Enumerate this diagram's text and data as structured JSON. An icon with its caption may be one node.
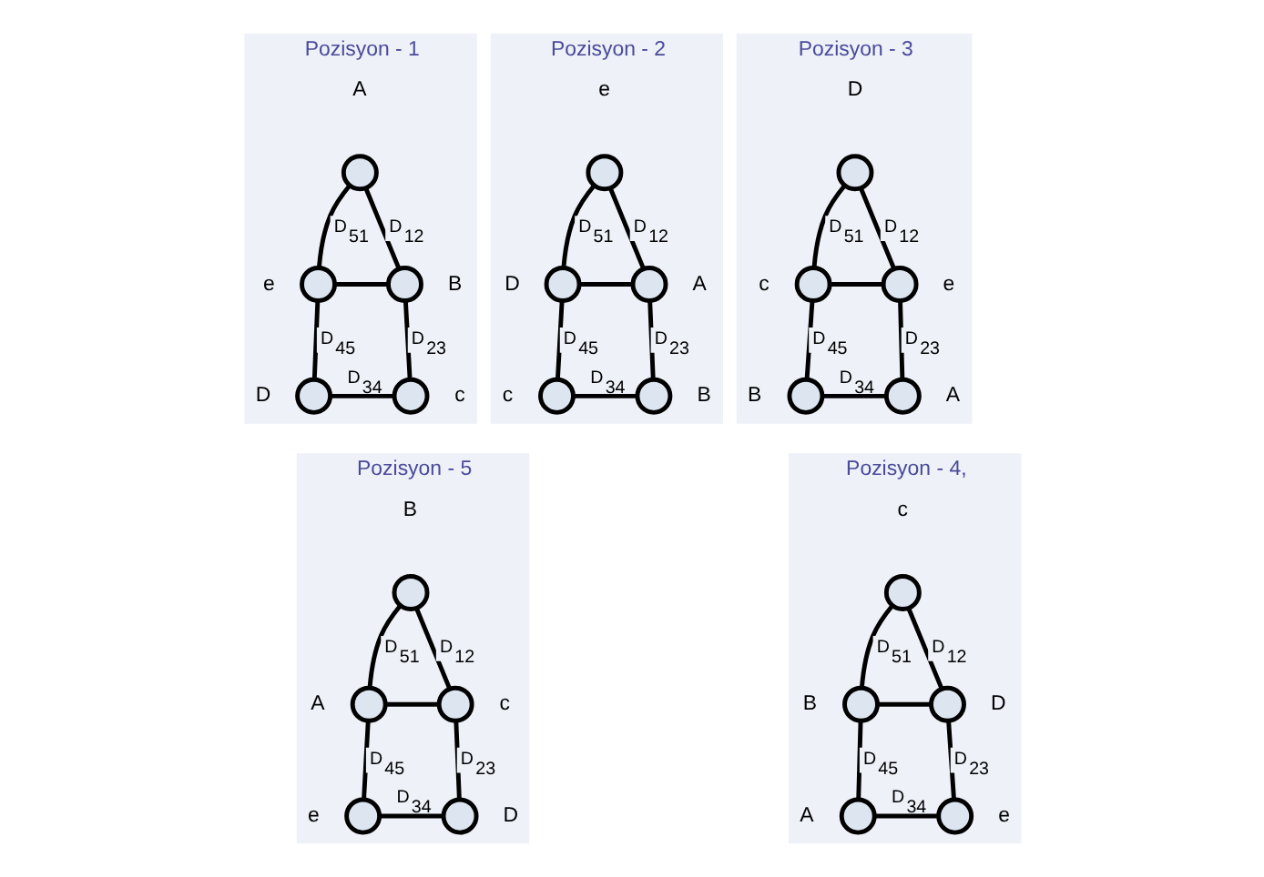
{
  "diagram": {
    "nodes": [
      {
        "text": [
          "Pozisyon - 1"
        ]
      },
      {
        "text": [],
        "shape": "circle",
        "in": 0,
        "beside": [
          "A"
        ]
      },
      {
        "text": [],
        "shape": "circle",
        "in": 0,
        "beside": [
          "e"
        ]
      },
      {
        "text": [],
        "shape": "circle",
        "in": 0,
        "beside": [
          "B"
        ]
      },
      {
        "text": [],
        "shape": "circle",
        "in": 0,
        "beside": [
          "D"
        ]
      },
      {
        "text": [],
        "shape": "circle",
        "in": 0,
        "beside": [
          "c"
        ]
      },
      {
        "text": [
          "Pozisyon - 2"
        ]
      },
      {
        "text": [],
        "shape": "circle",
        "in": 6,
        "beside": [
          "e"
        ]
      },
      {
        "text": [],
        "shape": "circle",
        "in": 6,
        "beside": [
          "D"
        ]
      },
      {
        "text": [],
        "shape": "circle",
        "in": 6,
        "beside": [
          "A"
        ]
      },
      {
        "text": [],
        "shape": "circle",
        "in": 6,
        "beside": [
          "c"
        ]
      },
      {
        "text": [],
        "shape": "circle",
        "in": 6,
        "beside": [
          "B"
        ]
      },
      {
        "text": [
          "Pozisyon - 3"
        ]
      },
      {
        "text": [],
        "shape": "circle",
        "in": 12,
        "beside": [
          "D"
        ]
      },
      {
        "text": [],
        "shape": "circle",
        "in": 12,
        "beside": [
          "c"
        ]
      },
      {
        "text": [],
        "shape": "circle",
        "in": 12,
        "beside": [
          "e"
        ]
      },
      {
        "text": [],
        "shape": "circle",
        "in": 12,
        "beside": [
          "B"
        ]
      },
      {
        "text": [],
        "shape": "circle",
        "in": 12,
        "beside": [
          "A"
        ]
      },
      {
        "text": [
          "Pozisyon - 5"
        ]
      },
      {
        "text": [],
        "shape": "circle",
        "in": 18,
        "beside": [
          "B"
        ]
      },
      {
        "text": [],
        "shape": "circle",
        "in": 18,
        "beside": [
          "A"
        ]
      },
      {
        "text": [],
        "shape": "circle",
        "in": 18,
        "beside": [
          "c"
        ]
      },
      {
        "text": [],
        "shape": "circle",
        "in": 18,
        "beside": [
          "e"
        ]
      },
      {
        "text": [],
        "shape": "circle",
        "in": 18,
        "beside": [
          "D"
        ]
      },
      {
        "text": [
          "Pozisyon - 4,"
        ]
      },
      {
        "text": [],
        "shape": "circle",
        "in": 24,
        "beside": [
          "c"
        ]
      },
      {
        "text": [],
        "shape": "circle",
        "in": 24,
        "beside": [
          "B"
        ]
      },
      {
        "text": [],
        "shape": "circle",
        "in": 24,
        "beside": [
          "D"
        ]
      },
      {
        "text": [],
        "shape": "circle",
        "in": 24,
        "beside": [
          "A"
        ]
      },
      {
        "text": [],
        "shape": "circle",
        "in": 24,
        "beside": [
          "e"
        ]
      }
    ],
    "edges": [
      {
        "from": 1,
        "to": 2,
        "arrow": "none",
        "label": "D$_{51}$"
      },
      {
        "from": 1,
        "to": 3,
        "arrow": "none",
        "label": "D$_{12}$"
      },
      {
        "from": 2,
        "to": 3,
        "arrow": "none"
      },
      {
        "from": 2,
        "to": 4,
        "arrow": "none",
        "label": "D$_{45}$"
      },
      {
        "from": 3,
        "to": 5,
        "arrow": "none",
        "label": "D$_{23}$"
      },
      {
        "from": 4,
        "to": 5,
        "arrow": "none",
        "label": "D$_{34}$"
      },
      {
        "from": 7,
        "to": 8,
        "arrow": "none",
        "label": "D$_{51}$"
      },
      {
        "from": 7,
        "to": 9,
        "arrow": "none",
        "label": "D$_{12}$"
      },
      {
        "from": 8,
        "to": 9,
        "arrow": "none"
      },
      {
        "from": 8,
        "to": 10,
        "arrow": "none",
        "label": "D$_{45}$"
      },
      {
        "from": 9,
        "to": 11,
        "arrow": "none",
        "label": "D$_{23}$"
      },
      {
        "from": 10,
        "to": 11,
        "arrow": "none",
        "label": "D$_{34}$"
      },
      {
        "from": 13,
        "to": 14,
        "arrow": "none",
        "label": "D$_{51}$"
      },
      {
        "from": 13,
        "to": 15,
        "arrow": "none",
        "label": "D$_{12}$"
      },
      {
        "from": 14,
        "to": 15,
        "arrow": "none"
      },
      {
        "from": 14,
        "to": 16,
        "arrow": "none",
        "label": "D$_{45}$"
      },
      {
        "from": 15,
        "to": 17,
        "arrow": "none",
        "label": "D$_{23}$"
      },
      {
        "from": 16,
        "to": 17,
        "arrow": "none",
        "label": "D$_{34}$"
      },
      {
        "from": 19,
        "to": 20,
        "arrow": "none",
        "label": "D$_{51}$"
      },
      {
        "from": 19,
        "to": 21,
        "arrow": "none",
        "label": "D$_{12}$"
      },
      {
        "from": 20,
        "to": 21,
        "arrow": "none"
      },
      {
        "from": 20,
        "to": 22,
        "arrow": "none",
        "label": "D$_{45}$"
      },
      {
        "from": 21,
        "to": 23,
        "arrow": "none",
        "label": "D$_{23}$"
      },
      {
        "from": 22,
        "to": 23,
        "arrow": "none",
        "label": "D$_{34}$"
      },
      {
        "from": 25,
        "to": 26,
        "arrow": "none",
        "label": "D$_{51}$"
      },
      {
        "from": 25,
        "to": 27,
        "arrow": "none",
        "label": "D$_{12}$"
      },
      {
        "from": 26,
        "to": 27,
        "arrow": "none"
      },
      {
        "from": 26,
        "to": 28,
        "arrow": "none",
        "label": "D$_{45}$"
      },
      {
        "from": 27,
        "to": 29,
        "arrow": "none",
        "label": "D$_{23}$"
      },
      {
        "from": 28,
        "to": 29,
        "arrow": "none",
        "label": "D$_{34}$"
      }
    ]
  }
}
